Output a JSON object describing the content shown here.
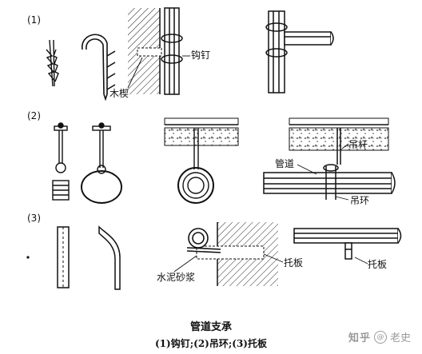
{
  "section_labels": [
    "(1)",
    "(2)",
    "(3)"
  ],
  "labels": {
    "hook_nail": "钩钉",
    "wood_wedge": "木楔",
    "hanger_rod": "吊杆",
    "pipe": "管道",
    "hanger_ring": "吊环",
    "support_plate": "托板",
    "cement_mortar": "水泥砂浆"
  },
  "title": "管道支承",
  "caption": "(1)钩钉;(2)吊环;(3)托板",
  "watermark": {
    "brand": "知乎",
    "author": "老史"
  }
}
